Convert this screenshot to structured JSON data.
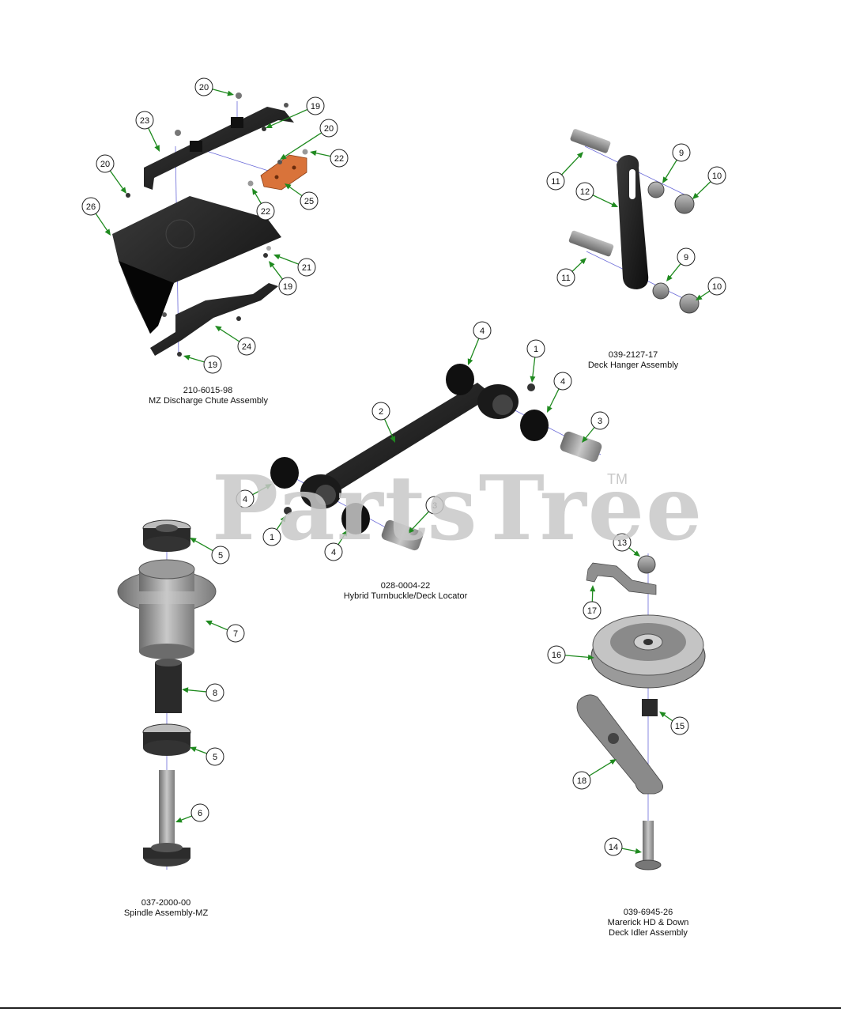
{
  "watermark": {
    "text": "PartsTree",
    "tm": "TM"
  },
  "assemblies": [
    {
      "id": "chute",
      "part_number": "210-6015-98",
      "name": "MZ Discharge Chute Assembly"
    },
    {
      "id": "hanger",
      "part_number": "039-2127-17",
      "name": "Deck Hanger Assembly"
    },
    {
      "id": "turnbuckle",
      "part_number": "028-0004-22",
      "name": "Hybrid Turnbuckle/Deck Locator"
    },
    {
      "id": "spindle",
      "part_number": "037-2000-00",
      "name": "Spindle Assembly-MZ"
    },
    {
      "id": "idler",
      "part_number": "039-6945-26",
      "name_line1": "Marerick HD & Down",
      "name_line2": "Deck Idler Assembly"
    }
  ],
  "callouts": [
    "20",
    "19",
    "23",
    "20",
    "22",
    "20",
    "22",
    "25",
    "26",
    "21",
    "19",
    "24",
    "19",
    "11",
    "12",
    "9",
    "10",
    "11",
    "9",
    "10",
    "4",
    "1",
    "4",
    "2",
    "3",
    "4",
    "1",
    "3",
    "4",
    "5",
    "7",
    "8",
    "5",
    "6",
    "13",
    "17",
    "16",
    "15",
    "18",
    "14"
  ],
  "colors": {
    "leader": "#1f8a1f",
    "part_dark": "#1e1e1e",
    "part_gray": "#8c8c8c",
    "bracket_orange": "#d9733a",
    "axis": "#6a6ad8"
  }
}
